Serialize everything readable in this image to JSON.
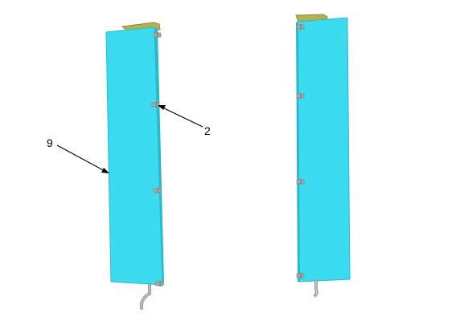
{
  "callouts": {
    "part_9": "9",
    "part_2": "2"
  },
  "colors": {
    "panel_face": "#3bdcf0",
    "panel_edge": "#2bb8cc",
    "top_cap": "#b5b04a",
    "top_cap_dark": "#8f8b36",
    "hinge": "#a9a9a9",
    "rod": "#9a9a9a",
    "leader": "#000000"
  },
  "left_panel": {
    "hinge_count": 4
  },
  "right_panel": {
    "hinge_count": 4
  }
}
